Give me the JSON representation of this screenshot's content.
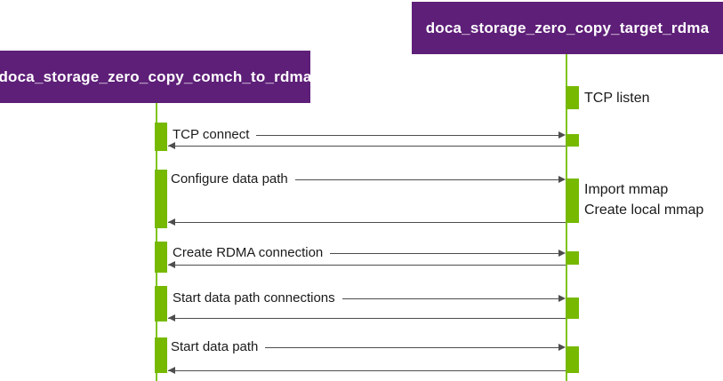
{
  "diagram_type": "sequence-diagram",
  "participants": [
    {
      "id": "comch_to_rdma",
      "label": "doca_storage_zero_copy_comch_to_rdma"
    },
    {
      "id": "target_rdma",
      "label": "doca_storage_zero_copy_target_rdma"
    }
  ],
  "target_actions": {
    "tcp_listen": "TCP listen",
    "import_mmap": "Import mmap",
    "create_local_mmap": "Create local mmap"
  },
  "messages": [
    {
      "from": "comch_to_rdma",
      "to": "target_rdma",
      "label": "TCP connect",
      "has_return": true
    },
    {
      "from": "comch_to_rdma",
      "to": "target_rdma",
      "label": "Configure data path",
      "has_return": true
    },
    {
      "from": "comch_to_rdma",
      "to": "target_rdma",
      "label": "Create RDMA connection",
      "has_return": true
    },
    {
      "from": "comch_to_rdma",
      "to": "target_rdma",
      "label": "Start data path connections",
      "has_return": true
    },
    {
      "from": "comch_to_rdma",
      "to": "target_rdma",
      "label": "Start data path",
      "has_return": true
    }
  ],
  "colors": {
    "participant_purple": "#5e1f78",
    "activation_green": "#76b900",
    "lifeline_green": "#7fc41c",
    "arrow_gray": "#4d4d4d",
    "text_black": "#1a1a1a",
    "background": "#ffffff"
  }
}
